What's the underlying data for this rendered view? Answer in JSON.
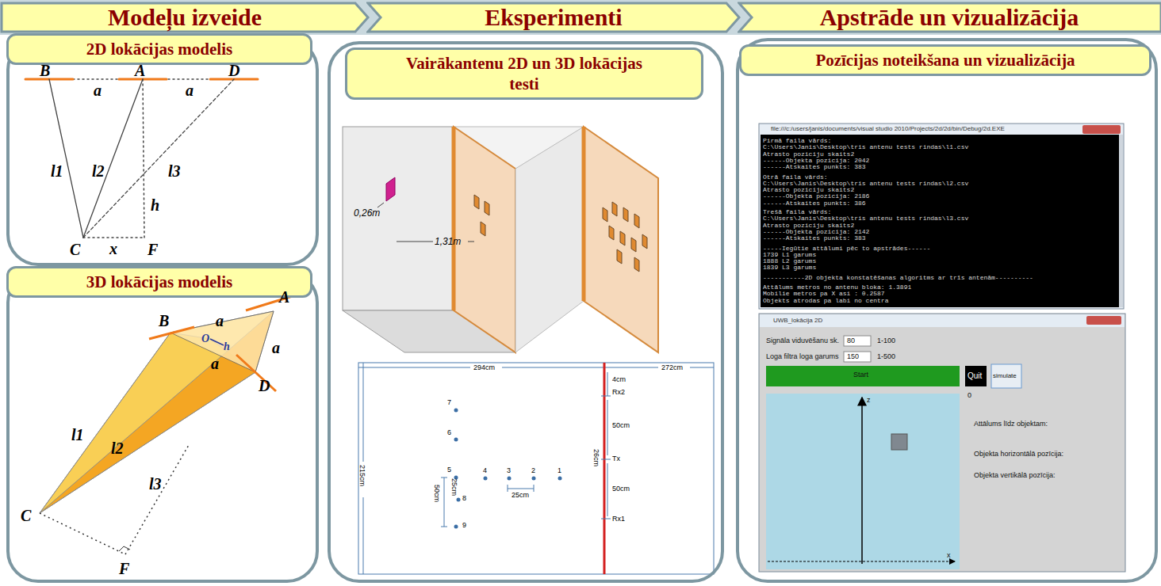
{
  "diagram": {
    "nodes": [
      {
        "text": [
          "Modeļu izveide"
        ]
      },
      {
        "text": [
          "Eksperimenti"
        ]
      },
      {
        "text": [
          "Apstrāde un vizualizācija"
        ]
      },
      {
        "text": [
          "2D lokācijas modelis"
        ]
      },
      {
        "text": [
          "3D lokācijas modelis"
        ]
      },
      {
        "text": [
          "Vairākantenu 2D un 3D lokācijas testi"
        ]
      },
      {
        "text": [
          "Pozīcijas noteikšana un vizualizācija"
        ]
      }
    ],
    "labels": [
      "B",
      "A",
      "D",
      "a",
      "a",
      "l1",
      "l2",
      "l3",
      "h",
      "C",
      "x",
      "F",
      "B",
      "A",
      "a",
      "a",
      "O",
      "h",
      "a",
      "l1",
      "l2",
      "l3",
      "D",
      "C",
      "F",
      "0,26m",
      "1,31m",
      "294cm",
      "272cm",
      "215cm",
      "4cm",
      "Rx2",
      "50cm",
      "Tx",
      "26cm",
      "50cm",
      "Rx1",
      "7",
      "6",
      "5",
      "4",
      "3",
      "2",
      "1",
      "25cm",
      "50cm",
      "25cm",
      "8",
      "9",
      "file:///c:/users/janis/documents/visual studio 2010/Projects/2d/2d/bin/Debug/2d.EXE",
      "Pirmā faila vārds:",
      "C:\\Users\\Janis\\Desktop\\tris antenu tests rindas\\l1.csv",
      "Atrasto poziciju skaits2",
      "------Objekta pozicija: 2042",
      "------Atskaites punkts: 383",
      "Otrā faila vārds:",
      "C:\\Users\\Janis\\Desktop\\tris antenu tests rindas\\l2.csv",
      "Atrasto poziciju skaits2",
      "------Objekta pozicija: 2186",
      "------Atskaites punkts: 386",
      "Trešā faila vārds:",
      "C:\\Users\\Janis\\Desktop\\tris antenu tests rindas\\l3.csv",
      "Atrasto poziciju skaits2",
      "------Objekta pozicija: 2142",
      "------Atskaites punkts: 383",
      "-----Iegūtie attālumi pēc to apstrādes------",
      "1739 L1 garums",
      "1888 L2 garums",
      "1839 L3 garums",
      "-----------2D objekta konstatēšanas algoritms ar trīs antenām----------",
      "Attālums metros no antenu bloka: 1.3891",
      "Mobilie metros pa X asi : 0.2587",
      "Objekts atrodas pa labi no centra",
      "UWB_lokācija 2D",
      "Signāla viduvēšanu sk.",
      "80",
      "1-100",
      "Loga filtra loga garums",
      "150",
      "1-500",
      "Start",
      "Quit",
      "simulate",
      "0",
      "z",
      "x",
      "Attālums līdz objektam:",
      "Objekta horizontālā pozīcija:",
      "Objekta vertikālā pozīcija:"
    ]
  }
}
